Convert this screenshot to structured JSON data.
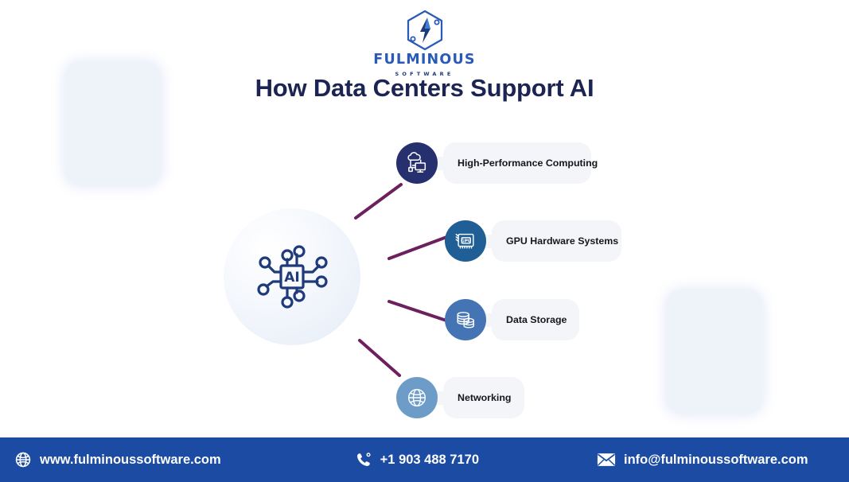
{
  "brand": {
    "logo_icon": "fulminous-hexagon-bolt-logo",
    "name": "FULMINOUS",
    "tagline": "SOFTWARE",
    "primary_color": "#2a5ab8"
  },
  "header": {
    "title": "How Data Centers Support AI",
    "title_color": "#1b2452"
  },
  "hub": {
    "icon": "ai-chip-network-icon",
    "label": "AI",
    "icon_color": "#1f3a7a"
  },
  "nodes": [
    {
      "label": "High-Performance Computing",
      "icon": "cloud-computer-icon",
      "circle_color": "#27306f",
      "pill_color": "#f3f5f9"
    },
    {
      "label": "GPU Hardware Systems",
      "icon": "gpu-card-icon",
      "icon_text": "GPU",
      "circle_color": "#1f5f96",
      "pill_color": "#f3f5f9"
    },
    {
      "label": "Data Storage",
      "icon": "database-stack-icon",
      "circle_color": "#4474b4",
      "pill_color": "#f3f5f9"
    },
    {
      "label": "Networking",
      "icon": "globe-icon",
      "circle_color": "#6d9cc9",
      "pill_color": "#f3f5f9"
    }
  ],
  "connector_color": "#6d1f5e",
  "decorations": [
    {
      "name": "deco-block-left",
      "color": "#eef2f9"
    },
    {
      "name": "deco-block-right",
      "color": "#eef2f9"
    }
  ],
  "footer": {
    "background": "#1b4ba3",
    "website": "www.fulminoussoftware.com",
    "website_icon": "globe-icon",
    "phone": "+1 903 488 7170",
    "phone_icon": "phone-icon",
    "email": "info@fulminoussoftware.com",
    "email_icon": "envelope-icon"
  }
}
